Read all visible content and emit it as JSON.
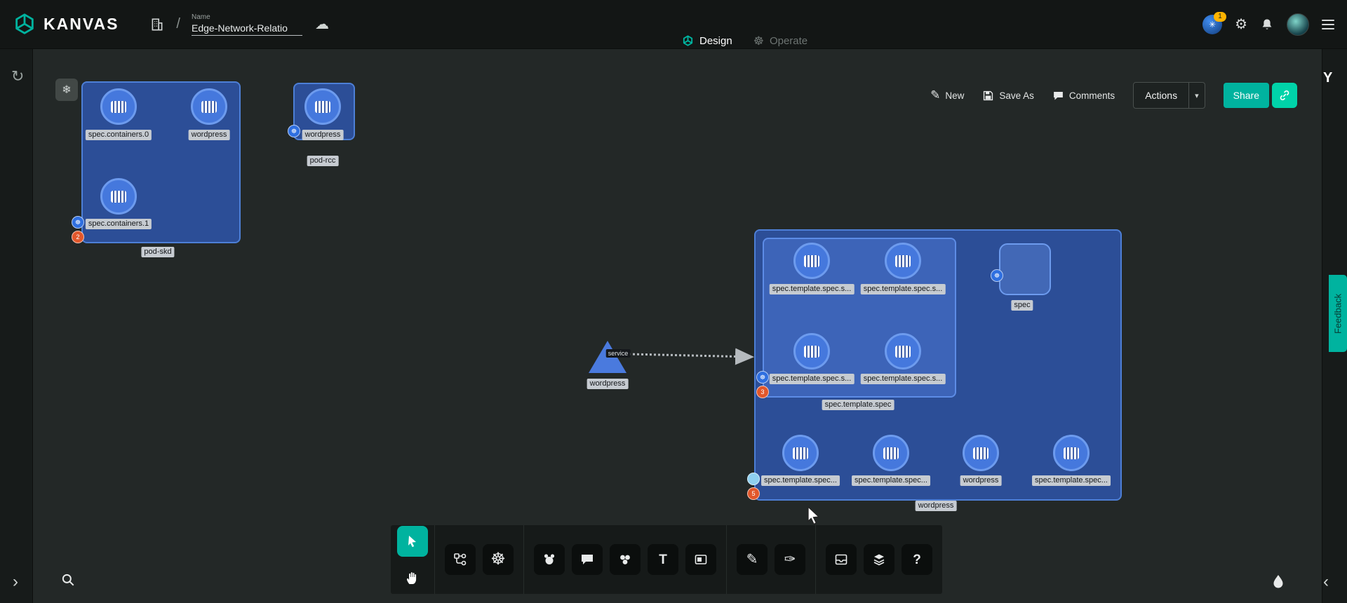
{
  "header": {
    "logo_text": "KANVAS",
    "name_label": "Name",
    "name_value": "Edge-Network-Relatio",
    "notification_count": "1",
    "tabs": [
      {
        "label": "Design"
      },
      {
        "label": "Operate"
      }
    ]
  },
  "toolbar": {
    "new_label": "New",
    "save_as_label": "Save As",
    "comments_label": "Comments",
    "actions_label": "Actions",
    "actions_caret": "▾",
    "share_label": "Share"
  },
  "side": {
    "feedback_label": "Feedback",
    "y_logo": "Y"
  },
  "tools": {
    "text_label": "T",
    "help_label": "?"
  },
  "colors": {
    "accent": "#00b39f",
    "accent_light": "#00d3a9",
    "group_blue": "#2d52a0",
    "group_border": "#4d7fd6",
    "badge_orange": "#e2572b"
  },
  "canvas": {
    "pod_skd": {
      "label": "pod-skd",
      "badge": "2",
      "nodes": [
        "spec.containers.0",
        "wordpress",
        "spec.containers.1"
      ]
    },
    "pod_rcc": {
      "label": "pod-rcc",
      "nodes": [
        "wordpress"
      ]
    },
    "service": {
      "label": "wordpress",
      "type_label": "service"
    },
    "wordpress_group": {
      "label": "wordpress",
      "badge": "5",
      "spec_template": {
        "label": "spec.template.spec",
        "badge": "3",
        "nodes": [
          "spec.template.spec.s...",
          "spec.template.spec.s...",
          "spec.template.spec.s...",
          "spec.template.spec.s..."
        ]
      },
      "spec_node": {
        "label": "spec"
      },
      "bottom_nodes": [
        "spec.template.spec...",
        "spec.template.spec...",
        "wordpress",
        "spec.template.spec..."
      ]
    }
  }
}
